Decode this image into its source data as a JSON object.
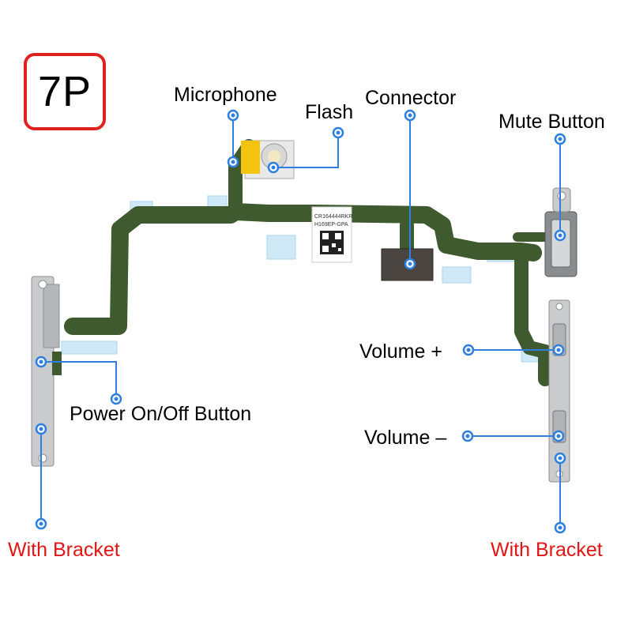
{
  "model_badge": "7P",
  "labels": {
    "microphone": "Microphone",
    "flash": "Flash",
    "connector": "Connector",
    "mute_button": "Mute Button",
    "volume_up": "Volume +",
    "volume_down": "Volume –",
    "power_button": "Power On/Off Button",
    "with_bracket_left": "With Bracket",
    "with_bracket_right": "With Bracket"
  },
  "sticker_text": [
    "CR164444RKR",
    "H169EP-GPA"
  ],
  "colors": {
    "badge_border": "#e1211c",
    "callout_blue": "#2f7fe0",
    "accent_red": "#e31414",
    "flex_cable": "#3f5a2e",
    "bracket_metal": "#c9cbcd"
  }
}
